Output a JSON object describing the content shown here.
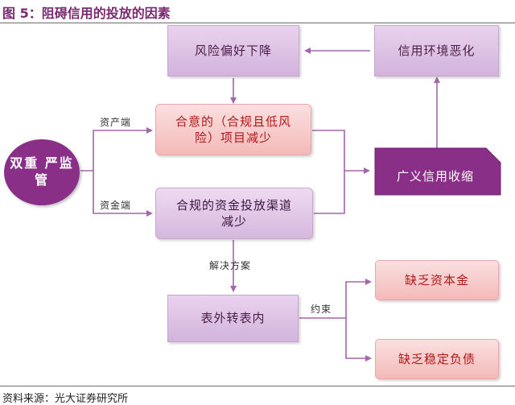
{
  "header": {
    "title": "图 5：阻碍信用的投放的因素"
  },
  "nodes": {
    "risk_appetite": "风险偏好下降",
    "credit_env": "信用环境恶化",
    "dual_supervision": [
      "双重",
      "严监",
      "管"
    ],
    "compliant_assets": [
      "合意的（合规且低风",
      "险）项目减少"
    ],
    "funding_channels": [
      "合规的资金投放渠道",
      "减少"
    ],
    "credit_contraction": "广义信用收缩",
    "off_to_on_balance": "表外转表内",
    "lack_capital": "缺乏资本金",
    "lack_stable_liabilities": "缺乏稳定负债"
  },
  "edge_labels": {
    "asset_side": "资产端",
    "fund_side": "资金端",
    "solution": "解决方案",
    "constraint": "约束"
  },
  "footer": {
    "source": "资料来源：光大证券研究所"
  },
  "colors": {
    "arrow": "#a466ac",
    "title": "#7a2a6e",
    "circle": "#8a2f88",
    "banner": "#8a2f88"
  }
}
